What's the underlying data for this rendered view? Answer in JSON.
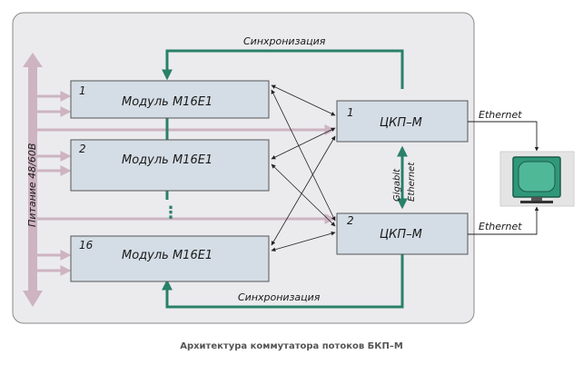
{
  "colors": {
    "frame_fill": "#ebebee",
    "frame_stroke": "#8a8a8a",
    "module_fill": "#d4dde5",
    "module_stroke": "#555555",
    "sync_green": "#2a8068",
    "power_pink": "#cdb4c0",
    "monitor_fill": "#2f9878"
  },
  "modules": [
    {
      "num": "1",
      "name": "Модуль M16E1"
    },
    {
      "num": "2",
      "name": "Модуль M16E1"
    },
    {
      "num": "16",
      "name": "Модуль M16E1"
    }
  ],
  "ckp": [
    {
      "num": "1",
      "name": "ЦКП–М"
    },
    {
      "num": "2",
      "name": "ЦКП–М"
    }
  ],
  "labels": {
    "sync_top": "Синхронизация",
    "sync_bottom": "Синхронизация",
    "power": "Питание 48/60В",
    "gigabit_line1": "Gigabit",
    "gigabit_line2": "Ethernet",
    "ethernet_top": "Ethernet",
    "ethernet_bottom": "Ethernet",
    "dots": "⋮"
  },
  "caption": "Архитектура коммутатора потоков БКП–М"
}
